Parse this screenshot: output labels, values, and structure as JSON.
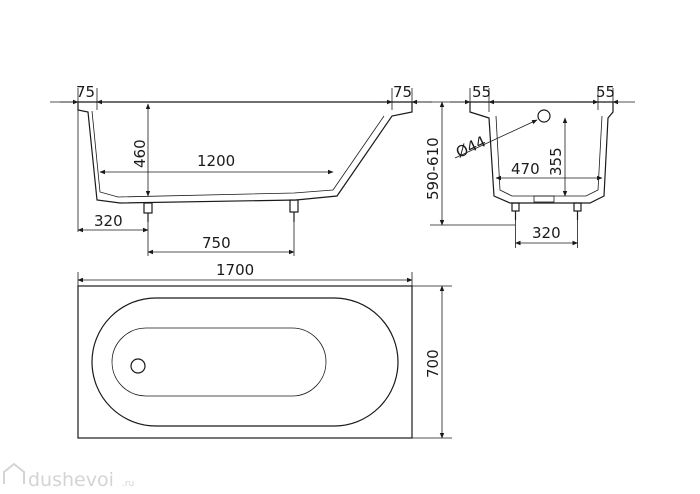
{
  "side_view": {
    "rim_left": "75",
    "rim_right": "75",
    "depth": "460",
    "inner_bottom": "1200",
    "leg_offset": "320",
    "leg_spacing": "750"
  },
  "end_view": {
    "rim_left": "55",
    "rim_right": "55",
    "drain_diameter": "Ø44",
    "drain_height": "355",
    "bottom_width": "470",
    "leg_spacing": "320",
    "total_height": "590-610"
  },
  "top_view": {
    "length": "1700",
    "width": "700"
  },
  "watermark": {
    "brand": "dushevoi",
    "suffix": ".ru"
  },
  "colors": {
    "line": "#1a1a1a",
    "watermark": "#d4d4d4",
    "background": "#ffffff"
  }
}
